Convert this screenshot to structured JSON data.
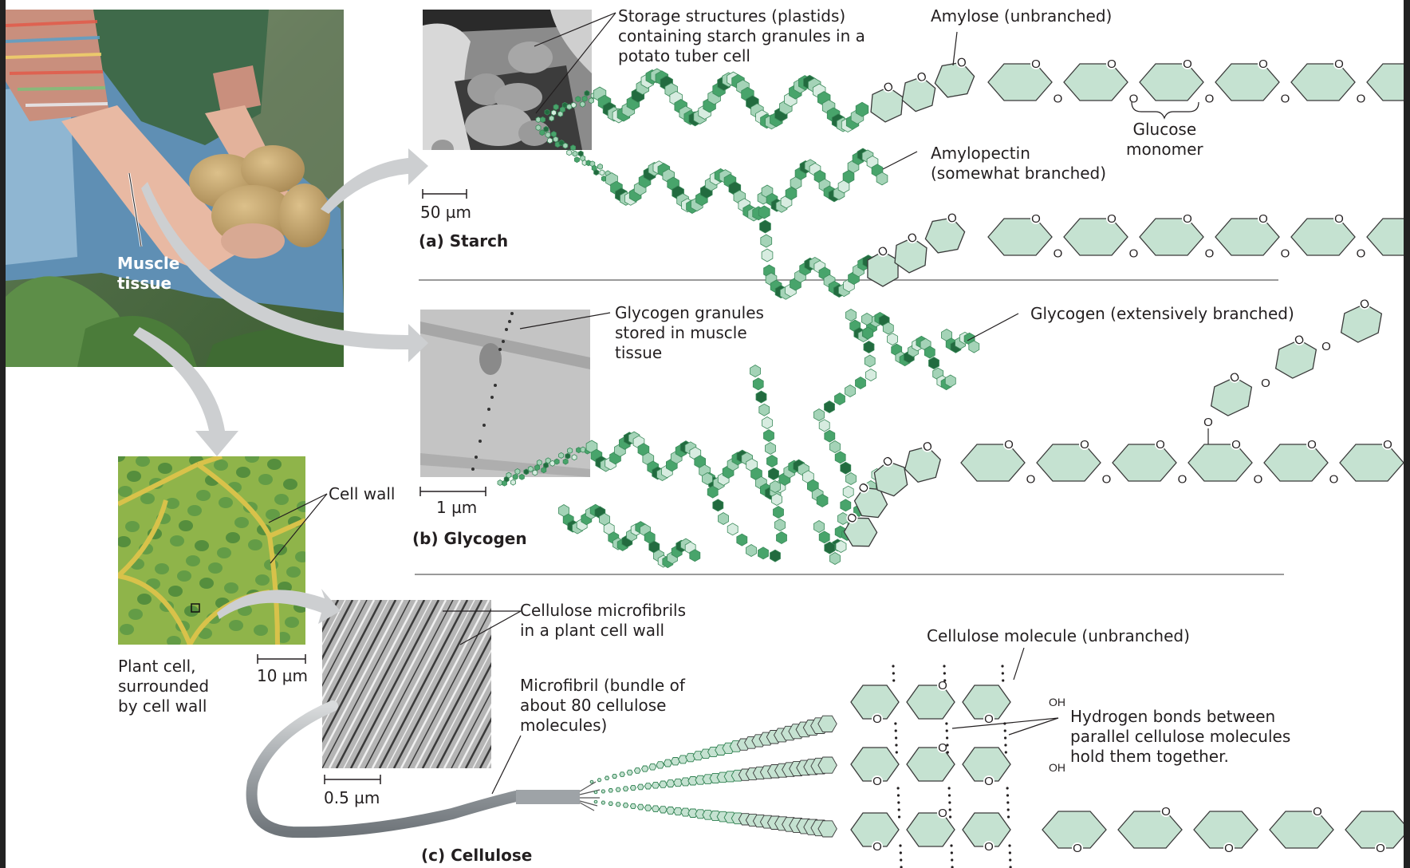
{
  "figure": {
    "colors": {
      "monomer_fill": "#c5e2d1",
      "monomer_stroke": "#3a3a3a",
      "bead_light": "#a4d3b7",
      "bead_mid": "#48a46b",
      "bead_dark": "#226b3f",
      "bead_pale": "#d7ece0",
      "arrow": "#cdcfd1",
      "divider": "#9a9a9a",
      "text": "#231f20"
    },
    "photo": {
      "subject": "person holding potatoes",
      "label": "Muscle\ntissue"
    },
    "starch": {
      "panel_label": "(a) Starch",
      "micrograph": "potato tuber cell SEM",
      "scale_bar": "50 µm",
      "callout": "Storage structures (plastids)\ncontaining starch granules in a\npotato tuber cell",
      "amylose_label": "Amylose (unbranched)",
      "amylopectin_label": "Amylopectin\n(somewhat branched)",
      "monomer_label": "Glucose\nmonomer",
      "ring_atom": "O"
    },
    "glycogen": {
      "panel_label": "(b) Glycogen",
      "micrograph": "muscle tissue TEM",
      "scale_bar": "1 µm",
      "callout": "Glycogen granules\nstored in muscle\ntissue",
      "molecule_label": "Glycogen (extensively branched)"
    },
    "cellulose": {
      "panel_label": "(c) Cellulose",
      "plant_cell_caption": "Plant cell,\nsurrounded\nby cell wall",
      "plant_scale_bar": "10 µm",
      "cell_wall_label": "Cell wall",
      "micrograph_callout": "Cellulose microfibrils\nin a plant cell wall",
      "micrograph_scale_bar": "0.5 µm",
      "microfibril_label": "Microfibril (bundle of\nabout 80 cellulose\nmolecules)",
      "molecule_label": "Cellulose molecule (unbranched)",
      "hbond_label": "Hydrogen bonds between\nparallel cellulose molecules\nhold them together.",
      "end_group": "OH"
    }
  }
}
